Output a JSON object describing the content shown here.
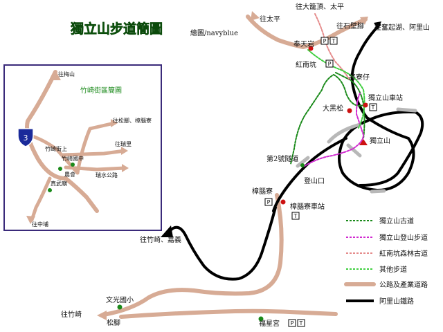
{
  "title": "獨立山步道簡圖",
  "author": "繪圖/navyblue",
  "inset": {
    "title": "竹崎街區簡圖",
    "highway_shield": "3",
    "labels": [
      "往梅山",
      "往松腳、樟腦寮",
      "竹崎街上",
      "竹崎國中",
      "往瑞里",
      "農會",
      "瑞水公路",
      "真武廟",
      "往中埔"
    ]
  },
  "labels": [
    "往大籠頂、太平",
    "往太平",
    "往石壁腳",
    "往奮起湖、阿里山",
    "奉天岩",
    "紅南坑",
    "將寮仔",
    "獨立山車站",
    "大黑松",
    "獨立山",
    "第2號隧道",
    "登山口",
    "樟腦寮",
    "樟腦寮車站",
    "往竹崎、嘉義",
    "文光國小",
    "往竹崎",
    "松腳",
    "福星宮"
  ],
  "icons": {
    "parking": "P",
    "toilet": "T"
  },
  "legend": [
    "獨立山古道",
    "獨立山登山步道",
    "紅南坑森林古道",
    "其他步道",
    "公路及產業道路",
    "阿里山鐵路"
  ],
  "colors": {
    "title": "#1b8a1b",
    "road": "#d7ab95",
    "railway": "#000000",
    "tunnel": "#b8b8b8",
    "old_trail": "#1a8a1a",
    "climbing_trail": "#d02ad0",
    "forest_trail": "#e58b8b",
    "other_trail": "#3fcf3f",
    "poi": "#cc1111",
    "inset_frame": "#3a2a7a"
  }
}
